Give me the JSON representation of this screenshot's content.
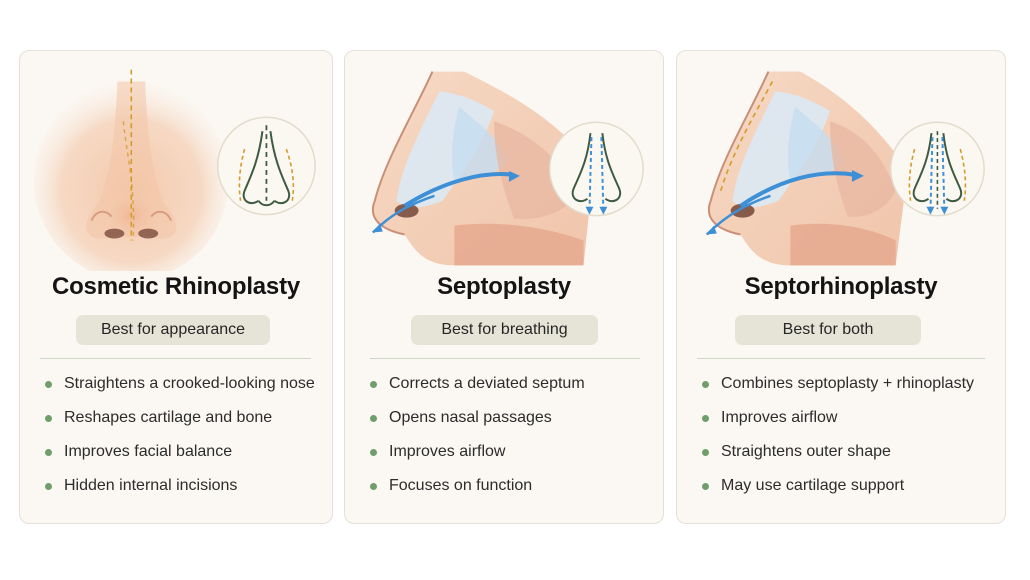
{
  "cards": [
    {
      "title": "Cosmetic Rhinoplasty",
      "badge": "Best for appearance",
      "bullets": [
        "Straightens a crooked-looking nose",
        "Reshapes cartilage and bone",
        "Improves facial balance",
        "Hidden internal incisions"
      ],
      "illustration": "frontal-nose-with-center-guideline"
    },
    {
      "title": "Septoplasty",
      "badge": "Best for breathing",
      "bullets": [
        "Corrects a deviated septum",
        "Opens nasal passages",
        "Improves airflow",
        "Focuses on function"
      ],
      "illustration": "nasal-cross-section-with-airflow"
    },
    {
      "title": "Septorhinoplasty",
      "badge": "Best for both",
      "bullets": [
        "Combines septoplasty + rhinoplasty",
        "Improves airflow",
        "Straightens outer shape",
        "May use cartilage support"
      ],
      "illustration": "nasal-cross-section-with-airflow-and-profile-line"
    }
  ],
  "colors": {
    "card_bg": "#fbf8f3",
    "badge_bg": "#e6e4d7",
    "bullet_dot": "#6f9e6a",
    "airflow": "#3d8fd6",
    "guideline": "#d49a2a",
    "nose_line": "#3f5a42"
  }
}
